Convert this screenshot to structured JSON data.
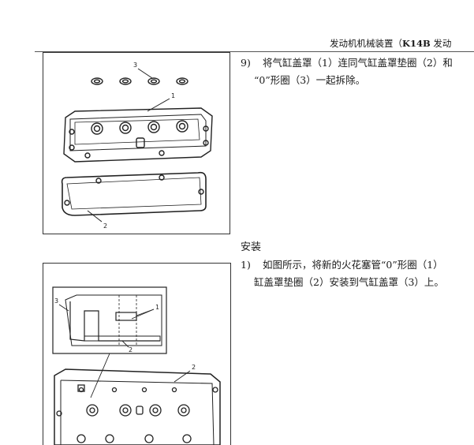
{
  "header": {
    "title": "发动机机械装置（",
    "code": "K14B",
    "suffix": " 发动"
  },
  "removal": {
    "step_number": "9)",
    "step_text_line1": "将气缸盖罩（1）连同气缸盖罩垫圈（2）和",
    "step_text_line2": "“0”形圈（3）一起拆除。"
  },
  "install": {
    "section_title": "安装",
    "step_number": "1)",
    "step_text_line1": "如图所示，将新的火花塞管“0”形圈（1）",
    "step_text_line2": "缸盖罩垫圈（2）安装到气缸盖罩（3）上。"
  },
  "figure1": {
    "callouts": [
      "3",
      "1",
      "2"
    ]
  },
  "figure2": {
    "callouts": [
      "3",
      "1",
      "2",
      "2"
    ]
  },
  "colors": {
    "line": "#222222",
    "text": "#1a1a1a",
    "background": "#ffffff"
  }
}
